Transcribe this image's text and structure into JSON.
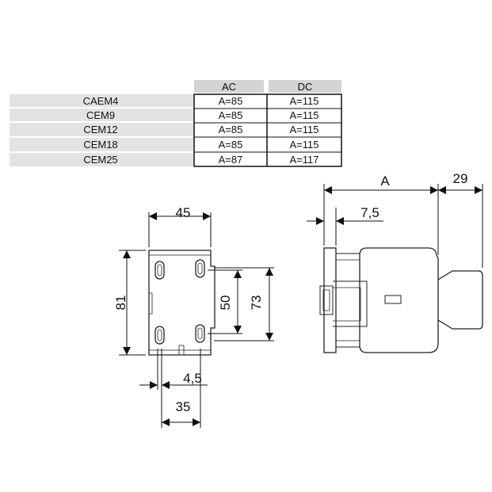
{
  "table": {
    "headers": [
      "AC",
      "DC"
    ],
    "rows": [
      {
        "model": "CAEM4",
        "ac": "A=85",
        "dc": "A=115"
      },
      {
        "model": "CEM9",
        "ac": "A=85",
        "dc": "A=115"
      },
      {
        "model": "CEM12",
        "ac": "A=85",
        "dc": "A=115"
      },
      {
        "model": "CEM18",
        "ac": "A=85",
        "dc": "A=115"
      },
      {
        "model": "CEM25",
        "ac": "A=87",
        "dc": "A=117"
      }
    ]
  },
  "front_view": {
    "width": "45",
    "height": "81",
    "hole_spacing_50": "50",
    "hole_spacing_73": "73",
    "slot_width": "4,5",
    "hole_pitch": "35"
  },
  "side_view": {
    "depth": "A",
    "offset": "7,5",
    "extra": "29"
  },
  "colors": {
    "header_bg": "#d4d4d4",
    "row_bg": "#e3e3e3",
    "line": "#111111",
    "outline": "#222222"
  }
}
